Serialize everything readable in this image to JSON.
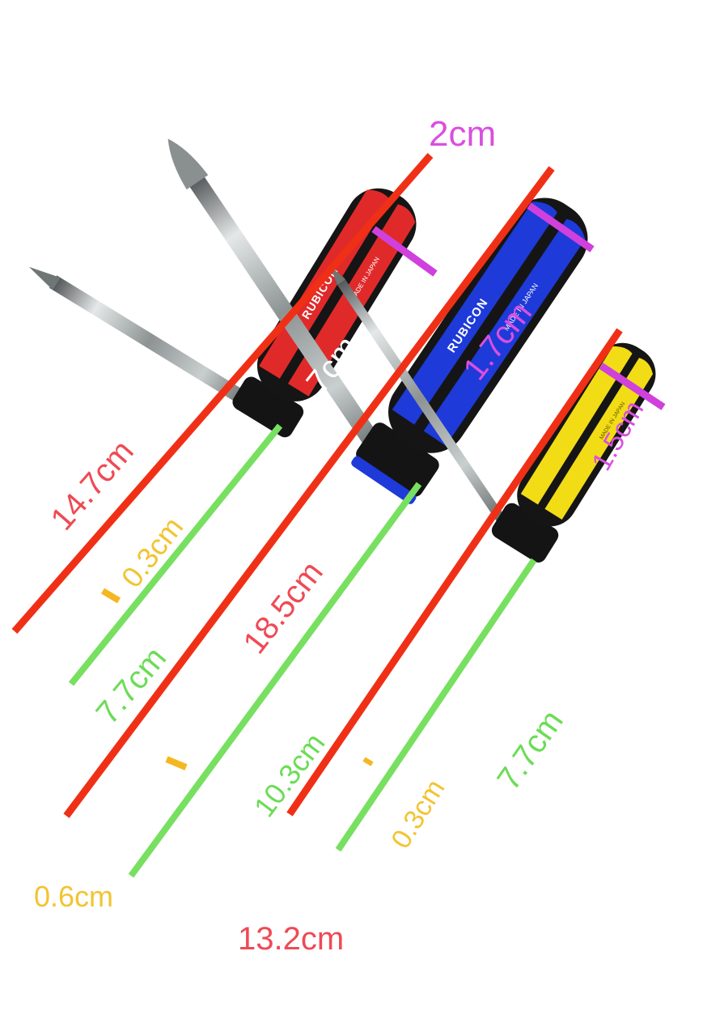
{
  "colors": {
    "overall_length_line": "#f03016",
    "shaft_length_line": "#77e060",
    "tip_width_mark": "#f5b721",
    "handle_width_mark": "#d040dc",
    "overall_text": "#ef4a55",
    "shaft_text": "#6cdc56",
    "tip_text": "#f2c430",
    "width_text": "#d94fe0",
    "handle_length_text": "#ffffff"
  },
  "screwdrivers": [
    {
      "handle_color": "#e02a2a",
      "brand": "RUBICON",
      "made_in": "MADE IN JAPAN",
      "labels": {
        "overall_length": "14.7cm",
        "shaft_length": "7.7cm",
        "tip_width": "0.3cm",
        "handle_width": "2cm",
        "handle_length": "7cm"
      }
    },
    {
      "handle_color": "#1e3ad8",
      "brand": "RUBICON",
      "made_in": "MADE IN JAPAN",
      "labels": {
        "overall_length": "18.5cm",
        "shaft_length": "10.3cm",
        "tip_width": "0.6cm",
        "handle_width": "1.7cm",
        "handle_length": "13.2cm"
      }
    },
    {
      "handle_color": "#f2dc16",
      "made_in": "MADE IN JAPAN",
      "labels": {
        "overall_length": "7.7cm",
        "shaft_length": "0.3cm",
        "tip_width": "",
        "handle_width": "1.5cm"
      }
    }
  ]
}
